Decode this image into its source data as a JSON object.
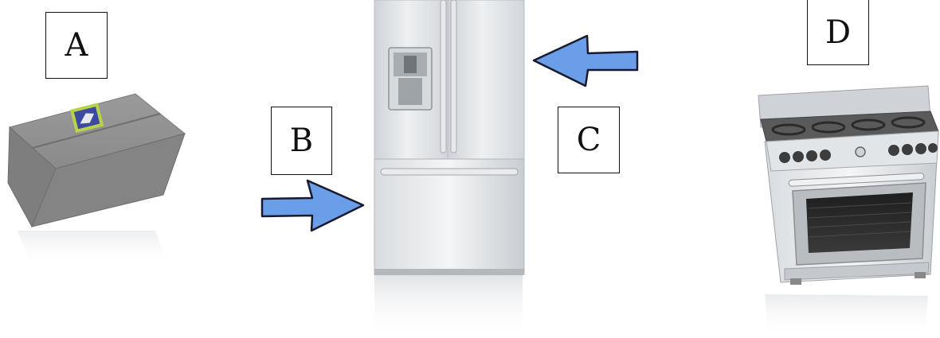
{
  "labels": {
    "a": "A",
    "b": "B",
    "c": "C",
    "d": "D"
  },
  "items": [
    {
      "id": "a",
      "icon": "cardboard-box-icon"
    },
    {
      "id": "b",
      "icon": "arrow-right-icon"
    },
    {
      "id": "center",
      "icon": "refrigerator-icon"
    },
    {
      "id": "c",
      "icon": "arrow-left-icon"
    },
    {
      "id": "d",
      "icon": "stove-oven-icon"
    }
  ],
  "colors": {
    "arrow_fill": "#6a9ee8",
    "arrow_stroke": "#1a1a2e",
    "box_gray": "#8a8a8a",
    "steel": "#c8ccd0"
  }
}
